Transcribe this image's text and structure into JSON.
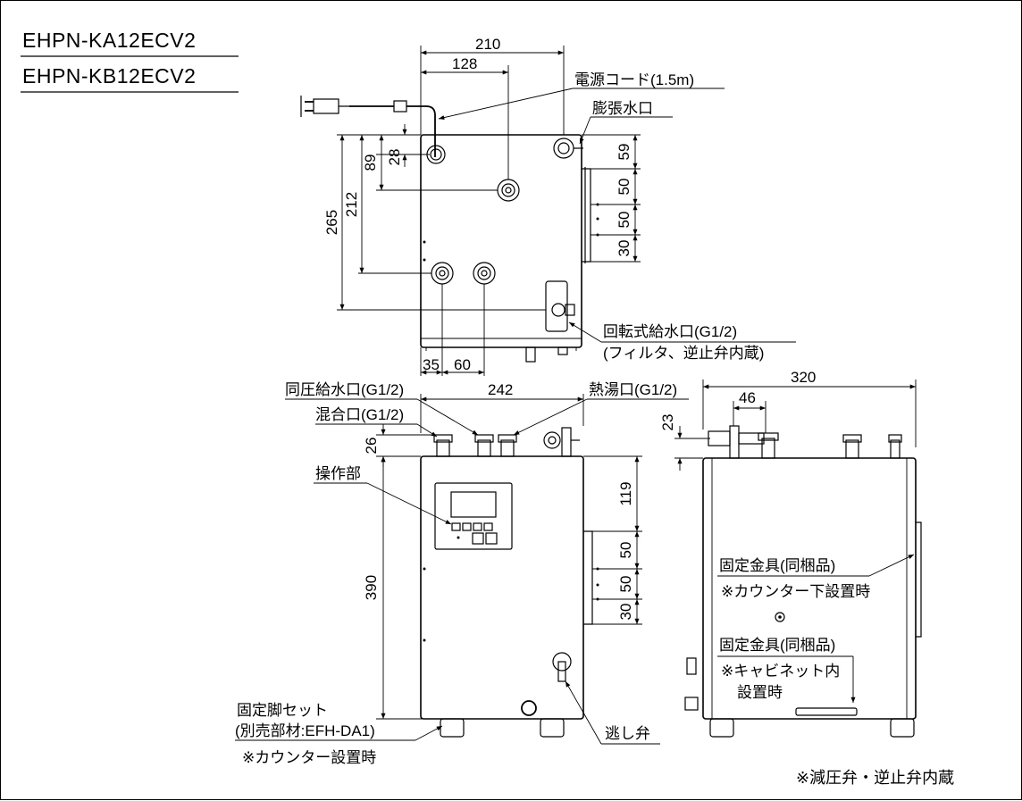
{
  "models": [
    "EHPN-KA12ECV2",
    "EHPN-KB12ECV2"
  ],
  "labels": {
    "power_cord": "電源コード(1.5m)",
    "expansion_port": "膨張水口",
    "rotary_inlet_1": "回転式給水口(G1/2)",
    "rotary_inlet_2": "(フィルタ、逆止弁内蔵)",
    "same_pressure_inlet": "同圧給水口(G1/2)",
    "mixing_port": "混合口(G1/2)",
    "hot_water_port": "熱湯口(G1/2)",
    "operation_panel": "操作部",
    "relief_valve": "逃し弁",
    "legs_1": "固定脚セット",
    "legs_2": "(別売部材:EFH-DA1)",
    "legs_3": "※カウンター設置時",
    "bracket_1a": "固定金具(同梱品)",
    "bracket_1b": "※カウンター下設置時",
    "bracket_2a": "固定金具(同梱品)",
    "bracket_2b": "※キャビネット内",
    "bracket_2c": "設置時",
    "footer": "※減圧弁・逆止弁内蔵"
  },
  "dims": {
    "d210": "210",
    "d128": "128",
    "d89": "89",
    "d28": "28",
    "d212": "212",
    "d265": "265",
    "d59": "59",
    "d50a": "50",
    "d50b": "50",
    "d30a": "30",
    "d35": "35",
    "d60": "60",
    "d242": "242",
    "d26": "26",
    "d390": "390",
    "d119": "119",
    "d50c": "50",
    "d50d": "50",
    "d30b": "30",
    "d320": "320",
    "d46": "46",
    "d23": "23"
  }
}
